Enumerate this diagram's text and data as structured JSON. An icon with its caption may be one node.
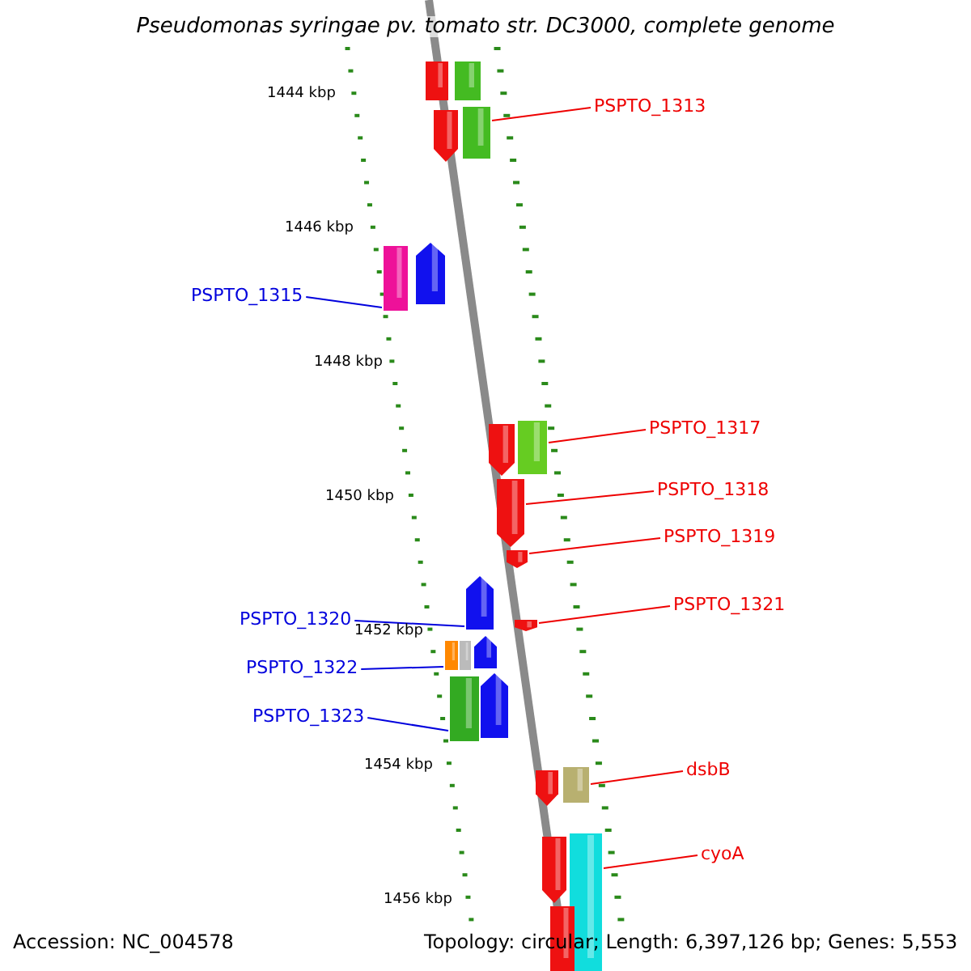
{
  "diagram": {
    "title": "Pseudomonas syringae pv. tomato str. DC3000, complete genome",
    "nodes": [
      {
        "text": [
          "PSPTO_1313"
        ]
      },
      {
        "text": [
          "PSPTO_1315"
        ]
      },
      {
        "text": [
          "PSPTO_1317"
        ]
      },
      {
        "text": [
          "PSPTO_1318"
        ]
      },
      {
        "text": [
          "PSPTO_1319"
        ]
      },
      {
        "text": [
          "PSPTO_1321"
        ]
      },
      {
        "text": [
          "PSPTO_1320"
        ]
      },
      {
        "text": [
          "PSPTO_1322"
        ]
      },
      {
        "text": [
          "PSPTO_1323"
        ]
      },
      {
        "text": [
          "dsbB"
        ]
      },
      {
        "text": [
          "cyoA"
        ]
      },
      {
        "text": [],
        "shape": "box"
      },
      {
        "text": [],
        "shape": "box"
      },
      {
        "text": [],
        "shape": "pentagon"
      },
      {
        "text": [],
        "shape": "box"
      },
      {
        "text": [],
        "shape": "box"
      },
      {
        "text": [],
        "shape": "pentagon"
      },
      {
        "text": [],
        "shape": "pentagon"
      },
      {
        "text": [],
        "shape": "box"
      },
      {
        "text": [],
        "shape": "pentagon"
      },
      {
        "text": [],
        "shape": "pentagon"
      },
      {
        "text": [],
        "shape": "pentagon"
      },
      {
        "text": [],
        "shape": "pentagon"
      },
      {
        "text": [],
        "shape": "box"
      },
      {
        "text": [],
        "shape": "box"
      },
      {
        "text": [],
        "shape": "pentagon"
      },
      {
        "text": [],
        "shape": "box"
      },
      {
        "text": [],
        "shape": "pentagon"
      },
      {
        "text": [],
        "shape": "pentagon"
      },
      {
        "text": [],
        "shape": "box"
      },
      {
        "text": [],
        "shape": "pentagon"
      },
      {
        "text": [],
        "shape": "box"
      },
      {
        "text": [],
        "shape": "box"
      }
    ],
    "edges": [
      {
        "from": 0,
        "to": 14,
        "arrow": "none"
      },
      {
        "from": 1,
        "to": 15,
        "arrow": "none",
        "color": "#0000dd"
      },
      {
        "from": 2,
        "to": 18,
        "arrow": "none"
      },
      {
        "from": 3,
        "to": 19,
        "arrow": "none"
      },
      {
        "from": 4,
        "to": 20,
        "arrow": "none"
      },
      {
        "from": 5,
        "to": 22,
        "arrow": "none"
      },
      {
        "from": 6,
        "to": 21,
        "arrow": "none",
        "color": "#0000dd"
      },
      {
        "from": 7,
        "to": 23,
        "arrow": "none",
        "color": "#0000dd"
      },
      {
        "from": 8,
        "to": 26,
        "arrow": "none",
        "color": "#0000dd"
      },
      {
        "from": 9,
        "to": 29,
        "arrow": "none"
      },
      {
        "from": 10,
        "to": 31,
        "arrow": "none"
      }
    ],
    "labels": [
      "1444 kbp",
      "1446 kbp",
      "1448 kbp",
      "1450 kbp",
      "1452 kbp",
      "1454 kbp",
      "1456 kbp",
      "Accession: NC_004578",
      "Topology: circular; Length: 6,397,126 bp; Genes: 5,553"
    ]
  }
}
